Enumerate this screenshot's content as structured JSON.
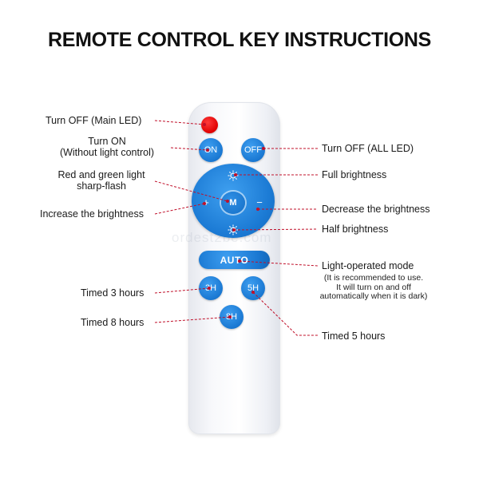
{
  "title": "REMOTE CONTROL KEY INSTRUCTIONS",
  "watermark": "ordest2be.com",
  "buttons": {
    "on": "ON",
    "off": "OFF",
    "mode": "M",
    "plus": "+",
    "minus": "−",
    "auto": "AUTO",
    "h3": "3H",
    "h5": "5H",
    "h8": "8H"
  },
  "labels": {
    "turn_off_main": "Turn OFF (Main LED)",
    "turn_on_line1": "Turn ON",
    "turn_on_line2": "(Without light control)",
    "red_green_line1": "Red and green light",
    "red_green_line2": "sharp-flash",
    "increase": "Increase the brightness",
    "timed3": "Timed 3 hours",
    "timed8": "Timed 8 hours",
    "turn_off_all": "Turn OFF (ALL LED)",
    "full_brightness": "Full brightness",
    "decrease": "Decrease the brightness",
    "half_brightness": "Half brightness",
    "light_mode": "Light-operated mode",
    "light_note1": "(It is recommended to use.",
    "light_note2": "It will turn on and off",
    "light_note3": "automatically when it is dark)",
    "timed5": "Timed 5 hours"
  },
  "colors": {
    "button_blue": "#1a78d2",
    "power_red": "#e00000",
    "line_red": "#c0102a"
  },
  "icons": [
    "sun-full-icon",
    "sun-half-icon",
    "power-icon"
  ]
}
